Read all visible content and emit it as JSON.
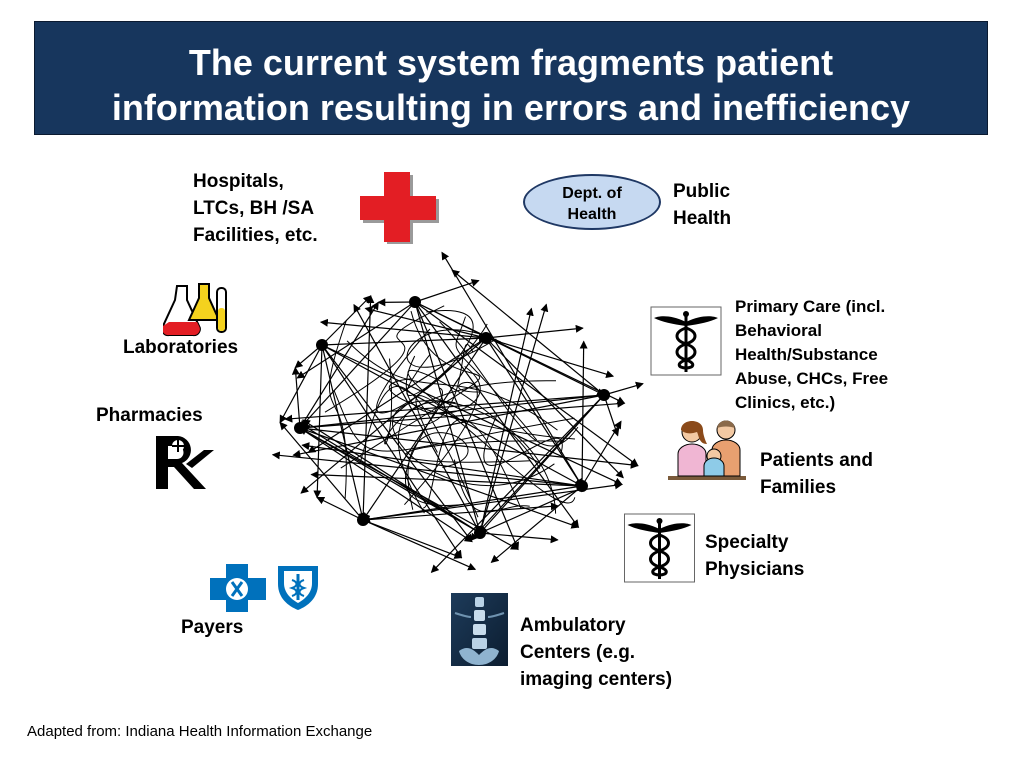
{
  "title": "The current system fragments patient\ninformation resulting in errors and inefficiency",
  "ellipse_label": "Dept. of\nHealth",
  "footer": "Adapted from: Indiana Health Information Exchange",
  "entities": {
    "hospitals": "Hospitals,\nLTCs, BH /SA\nFacilities, etc.",
    "public_health": "Public\nHealth",
    "laboratories": "Laboratories",
    "primary_care": "Primary Care (incl.\nBehavioral\nHealth/Substance\nAbuse, CHCs, Free\nClinics, etc.)",
    "pharmacies": "Pharmacies",
    "patients": "Patients and\nFamilies",
    "specialty": "Specialty\nPhysicians",
    "payers": "Payers",
    "ambulatory": "Ambulatory\nCenters (e.g.\nimaging centers)"
  },
  "colors": {
    "title_bg": "#17365d",
    "red_cross": "#e31e24",
    "ellipse_fill": "#c6d9f1",
    "payer_blue": "#0071bc"
  },
  "icons": {
    "hospitals": "red-cross-icon",
    "laboratories": "lab-flasks-icon",
    "pharmacies": "rx-icon",
    "primary_care": "caduceus-icon",
    "patients": "family-icon",
    "specialty": "caduceus-icon",
    "payers": "blue-cross-blue-shield-icon",
    "ambulatory": "xray-icon"
  }
}
